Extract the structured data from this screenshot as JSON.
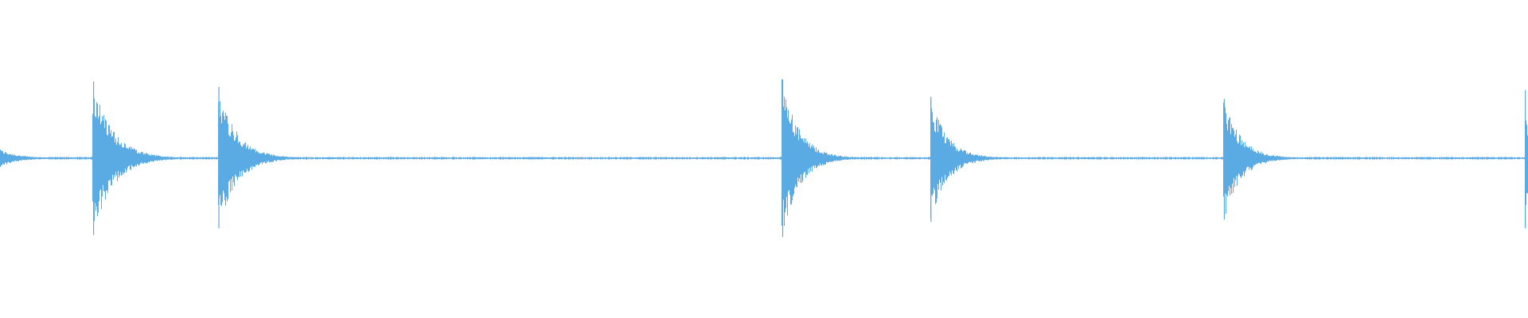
{
  "waveform": {
    "color": "#5aabe3",
    "background": "#ffffff",
    "duration_fraction_markers": "transients",
    "transients": [
      {
        "at": 0.0,
        "peak_up": 0.08,
        "peak_down": 0.08,
        "decay": 0.012
      },
      {
        "at": 0.061,
        "peak_up": 0.7,
        "peak_down": 0.7,
        "decay": 0.013
      },
      {
        "at": 0.143,
        "peak_up": 0.65,
        "peak_down": 0.64,
        "decay": 0.012
      },
      {
        "at": 0.512,
        "peak_up": 0.72,
        "peak_down": 0.72,
        "decay": 0.011
      },
      {
        "at": 0.609,
        "peak_up": 0.56,
        "peak_down": 0.58,
        "decay": 0.011
      },
      {
        "at": 0.801,
        "peak_up": 0.54,
        "peak_down": 0.56,
        "decay": 0.011
      },
      {
        "at": 0.998,
        "peak_up": 0.62,
        "peak_down": 0.64,
        "decay": 0.003
      }
    ],
    "noise_floor": 0.012
  }
}
